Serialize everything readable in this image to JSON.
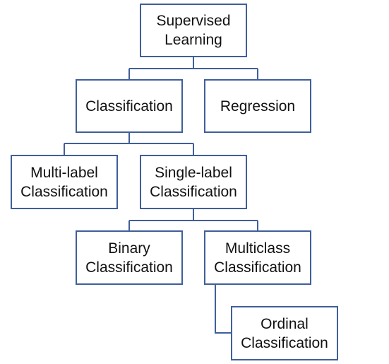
{
  "diagram": {
    "line_color": "#3f5f9a",
    "box_border_color": "#3f5f9a",
    "nodes": {
      "supervised_learning": "Supervised\nLearning",
      "classification": "Classification",
      "regression": "Regression",
      "multi_label": "Multi-label\nClassification",
      "single_label": "Single-label\nClassification",
      "binary": "Binary\nClassification",
      "multiclass": "Multiclass\nClassification",
      "ordinal": "Ordinal\nClassification"
    }
  }
}
